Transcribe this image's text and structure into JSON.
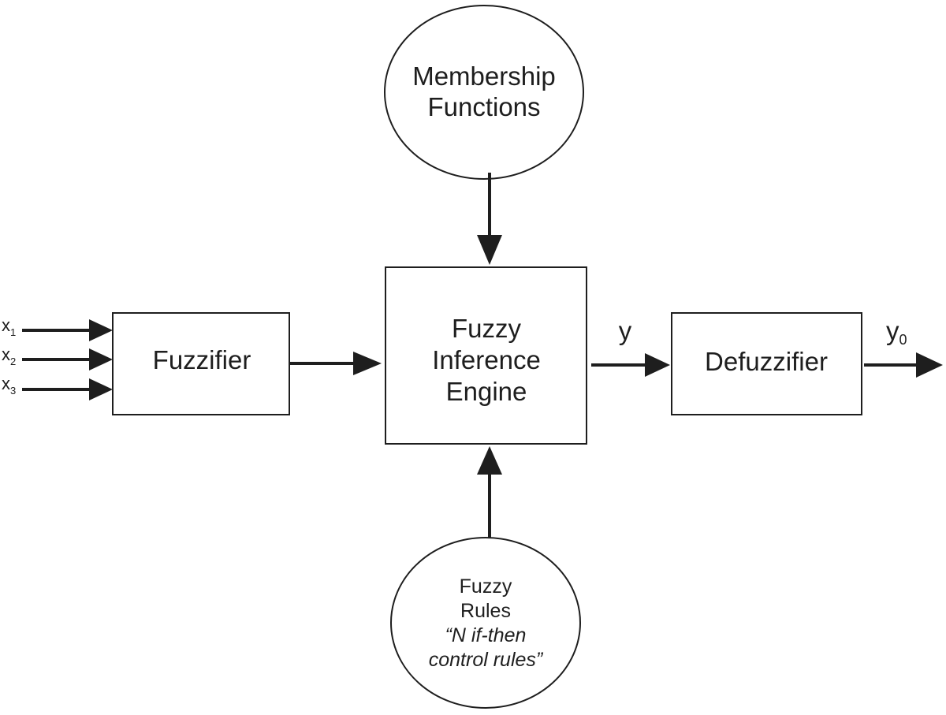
{
  "inputs": [
    {
      "base": "x",
      "sub": "1"
    },
    {
      "base": "x",
      "sub": "2"
    },
    {
      "base": "x",
      "sub": "3"
    }
  ],
  "blocks": {
    "fuzzifier": "Fuzzifier",
    "inference_line1": "Fuzzy",
    "inference_line2": "Inference",
    "inference_line3": "Engine",
    "defuzzifier": "Defuzzifier"
  },
  "membership": {
    "line1": "Membership",
    "line2": "Functions"
  },
  "rules": {
    "line1": "Fuzzy",
    "line2": "Rules",
    "line3": "“N if-then",
    "line4": "control rules”"
  },
  "signals": {
    "y": "y",
    "y0_base": "y",
    "y0_sub": "0"
  }
}
